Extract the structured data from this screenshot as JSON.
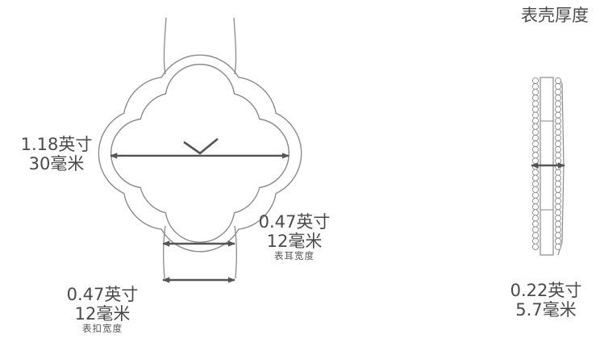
{
  "heading": "表壳厚度",
  "case_width": {
    "inches": "1.18英寸",
    "mm": "30毫米"
  },
  "lug_width": {
    "inches": "0.47英寸",
    "mm": "12毫米",
    "caption": "表耳宽度"
  },
  "buckle_width": {
    "inches": "0.47英寸",
    "mm": "12毫米",
    "caption": "表扣宽度"
  },
  "case_thickness": {
    "inches": "0.22英寸",
    "mm": "5.7毫米"
  },
  "colors": {
    "outline": "#8a8a8a",
    "arrow": "#555555",
    "text": "#4a4a4a"
  }
}
